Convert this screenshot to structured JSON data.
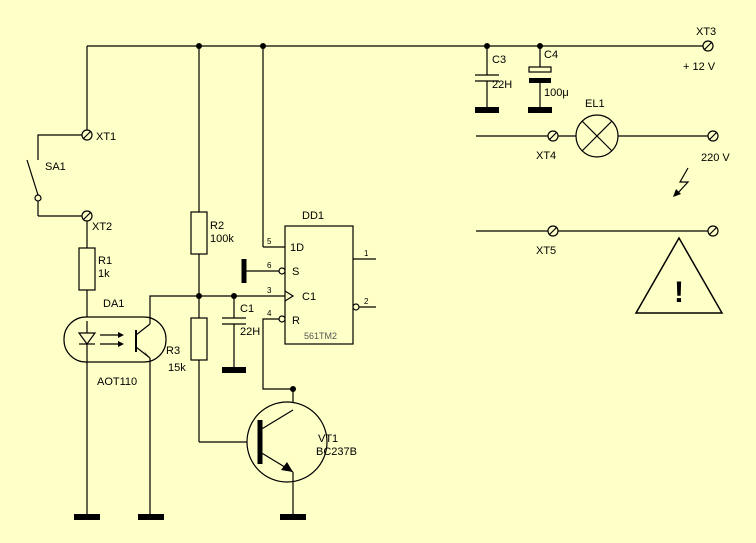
{
  "labels": {
    "xt1": "XT1",
    "xt2": "XT2",
    "xt3": "XT3",
    "xt4": "XT4",
    "xt5": "XT5",
    "sa1": "SA1",
    "r1": "R1",
    "r1_val": "1k",
    "da1": "DA1",
    "da1_type": "AOT110",
    "r2": "R2",
    "r2_val": "100k",
    "r3": "R3",
    "r3_val": "15k",
    "c1": "C1",
    "c1_val": "22H",
    "c3": "C3",
    "c3_val": "22H",
    "c4": "C4",
    "c4_val": "100μ",
    "dd1": "DD1",
    "dd1_type": "561TM2",
    "vt1": "VT1",
    "vt1_type": "BC237B",
    "el1": "EL1",
    "supply": "+ 12 V",
    "mains": "220 V",
    "warning": "!"
  },
  "pins": {
    "p5": "5",
    "p6": "6",
    "p3": "3",
    "p4": "4",
    "p1": "1",
    "p2": "2",
    "d": "1D",
    "s": "S",
    "c": "C1",
    "r": "R"
  },
  "colors": {
    "background": "#ffffc8",
    "wire": "#000000"
  }
}
